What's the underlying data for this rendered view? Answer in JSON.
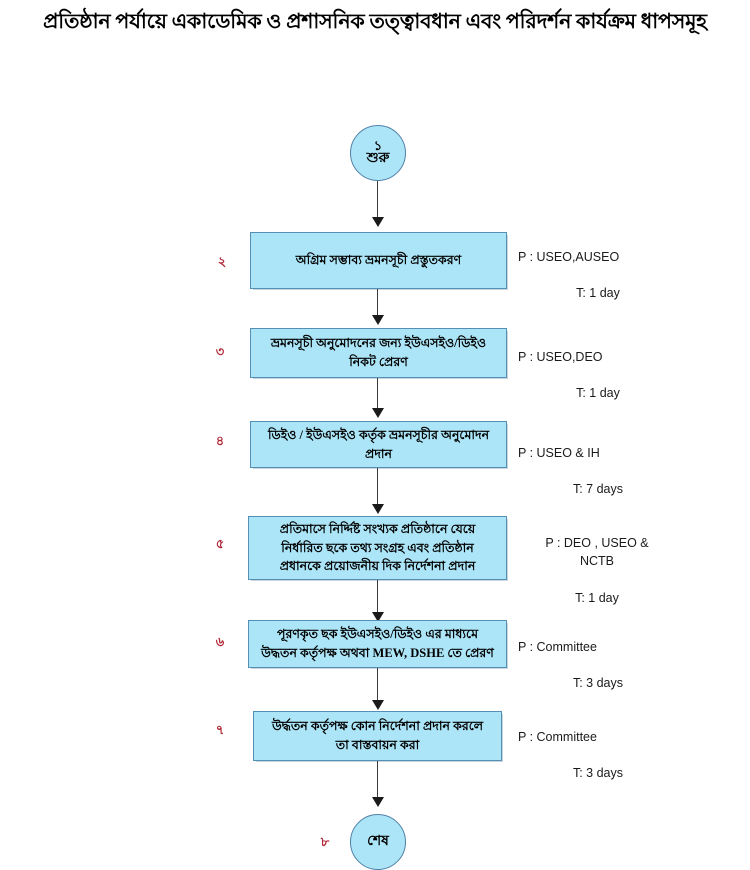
{
  "title": "প্রতিষ্ঠান পর্যায়ে একাডেমিক ও প্রশাসনিক তত্ত্বাবধান এবং পরিদর্শন কার্যক্রম ধাপসমূহ",
  "colors": {
    "node_fill": "#ACE5F7",
    "node_border": "#5590b4",
    "step_number": "#b12a3a",
    "connector": "#1a1a1a",
    "text": "#000000"
  },
  "start": {
    "number": "১",
    "label": "শুরু"
  },
  "end": {
    "number": "৮",
    "label": "শেষ"
  },
  "steps": [
    {
      "number": "২",
      "text": "অগ্রিম সম্ভাব্য ভ্রমনসূচী প্রস্তুতকরণ",
      "person": "P : USEO,AUSEO",
      "time": "T: 1 day"
    },
    {
      "number": "৩",
      "text": "ভ্রমনসূচী অনুমোদনের জন্য ইউএসইও/ডিইও\nনিকট  প্রেরণ",
      "person": "P : USEO,DEO",
      "time": "T: 1 day"
    },
    {
      "number": "৪",
      "text": "ডিইও / ইউএসইও কর্তৃক ভ্রমনসূচীর অনুমোদন\nপ্রদান",
      "person": "P : USEO & IH",
      "time": "T: 7 days"
    },
    {
      "number": "৫",
      "text": "প্রতিমাসে নির্দ্দিষ্ট সংখ্যক প্রতিষ্ঠানে যেয়ে\nনির্ধারিত ছকে তথ্য সংগ্রহ এবং প্রতিষ্ঠান\nপ্রধানকে প্রয়োজনীয় দিক নির্দেশনা প্রদান",
      "person": "P : DEO , USEO &\nNCTB",
      "time": "T: 1 day"
    },
    {
      "number": "৬",
      "text": "পূরণকৃত ছক ইউএসইও/ডিইও  এর মাধ্যমে\nউদ্ধতন কর্তৃপক্ষ অথবা MEW, DSHE তে প্রেরণ",
      "person": "P : Committee",
      "time": "T: 3 days"
    },
    {
      "number": "৭",
      "text": "উর্দ্ধতন কর্তৃপক্ষ কোন নির্দেশনা প্রদান করলে\nতা বাস্তবায়ন করা",
      "person": "P : Committee",
      "time": "T: 3 days"
    }
  ]
}
